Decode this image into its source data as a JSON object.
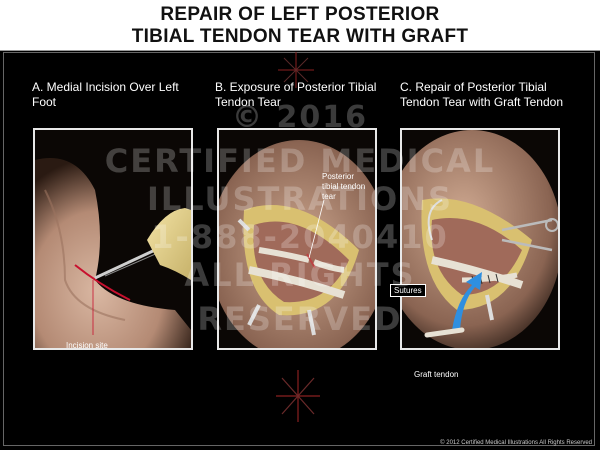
{
  "title": {
    "line1": "REPAIR OF LEFT POSTERIOR",
    "line2": "TIBIAL TENDON TEAR WITH GRAFT"
  },
  "panels": [
    {
      "heading": "A. Medial Incision Over Left Foot",
      "labels": [
        "Incision site"
      ]
    },
    {
      "heading": "B. Exposure of Posterior Tibial Tendon Tear",
      "labels": [
        "Posterior tibial tendon tear"
      ]
    },
    {
      "heading": "C. Repair of Posterior Tibial Tendon Tear with Graft Tendon",
      "labels": [
        "Sutures",
        "Graft tendon"
      ]
    }
  ],
  "watermark": {
    "year": "© 2016",
    "line1": "CERTIFIED MEDICAL",
    "line2": "ILLUSTRATIONS",
    "line3": "1-888-2040410",
    "line4": "ALL RIGHTS",
    "line5": "RESERVED"
  },
  "copyright": "© 2012 Certified Medical Illustrations All Rights Reserved",
  "colors": {
    "background": "#000000",
    "title_bar": "#ffffff",
    "panel_border": "#e8e8e8",
    "incision_red": "#c8102e",
    "arrow_blue": "#2f8fe0"
  }
}
